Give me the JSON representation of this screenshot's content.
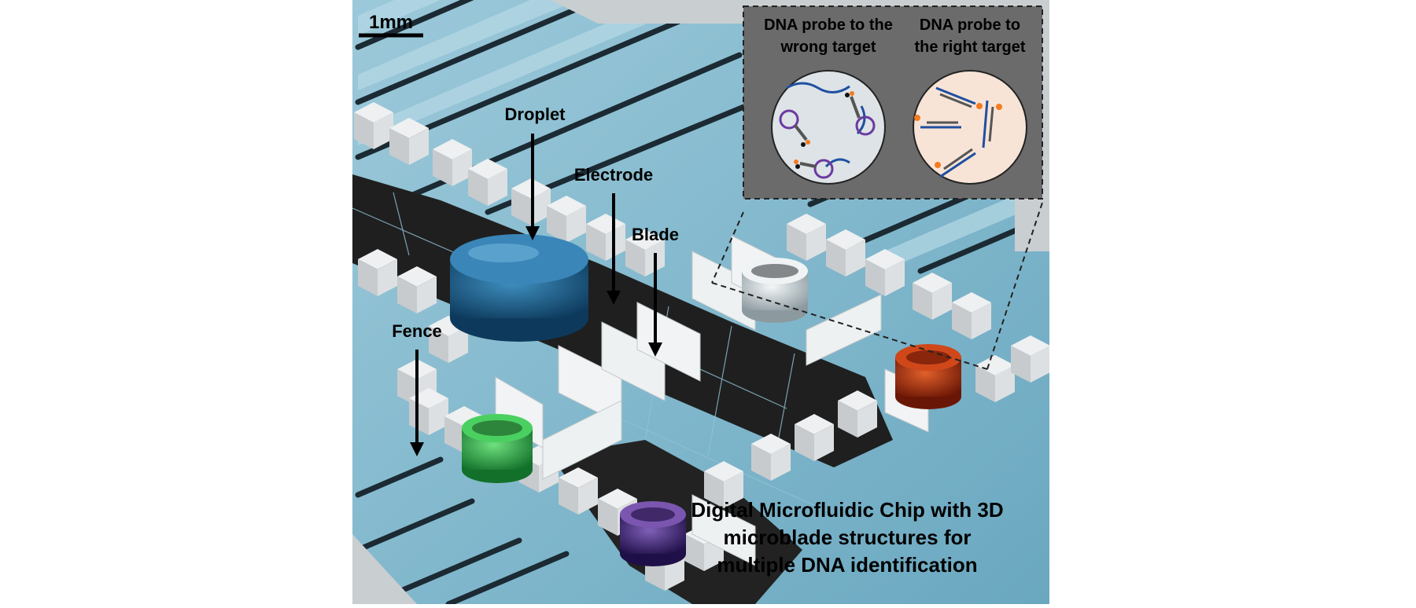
{
  "scale_bar": {
    "label": "1mm"
  },
  "labels": {
    "droplet": "Droplet",
    "electrode": "Electrode",
    "blade": "Blade",
    "fence": "Fence"
  },
  "inset": {
    "wrong_line1": "DNA probe to the",
    "wrong_line2": "wrong target",
    "right_line1": "DNA probe to",
    "right_line2": "the right target"
  },
  "caption": {
    "line1": "Digital Microfluidic Chip with 3D",
    "line2": "microblade structures for",
    "line3": "multiple DNA identification"
  },
  "colors": {
    "chip_blue": "#7fb6cc",
    "electrode_black": "#1e1e1e",
    "droplet_blue": "#1d5d86",
    "droplet_clear": "#cfd8dc",
    "droplet_green": "#2bb34a",
    "droplet_purple": "#4a2a7a",
    "droplet_red": "#b8320e",
    "inset_bg": "#6b6b6b",
    "probe_dot": "#f47b20"
  }
}
